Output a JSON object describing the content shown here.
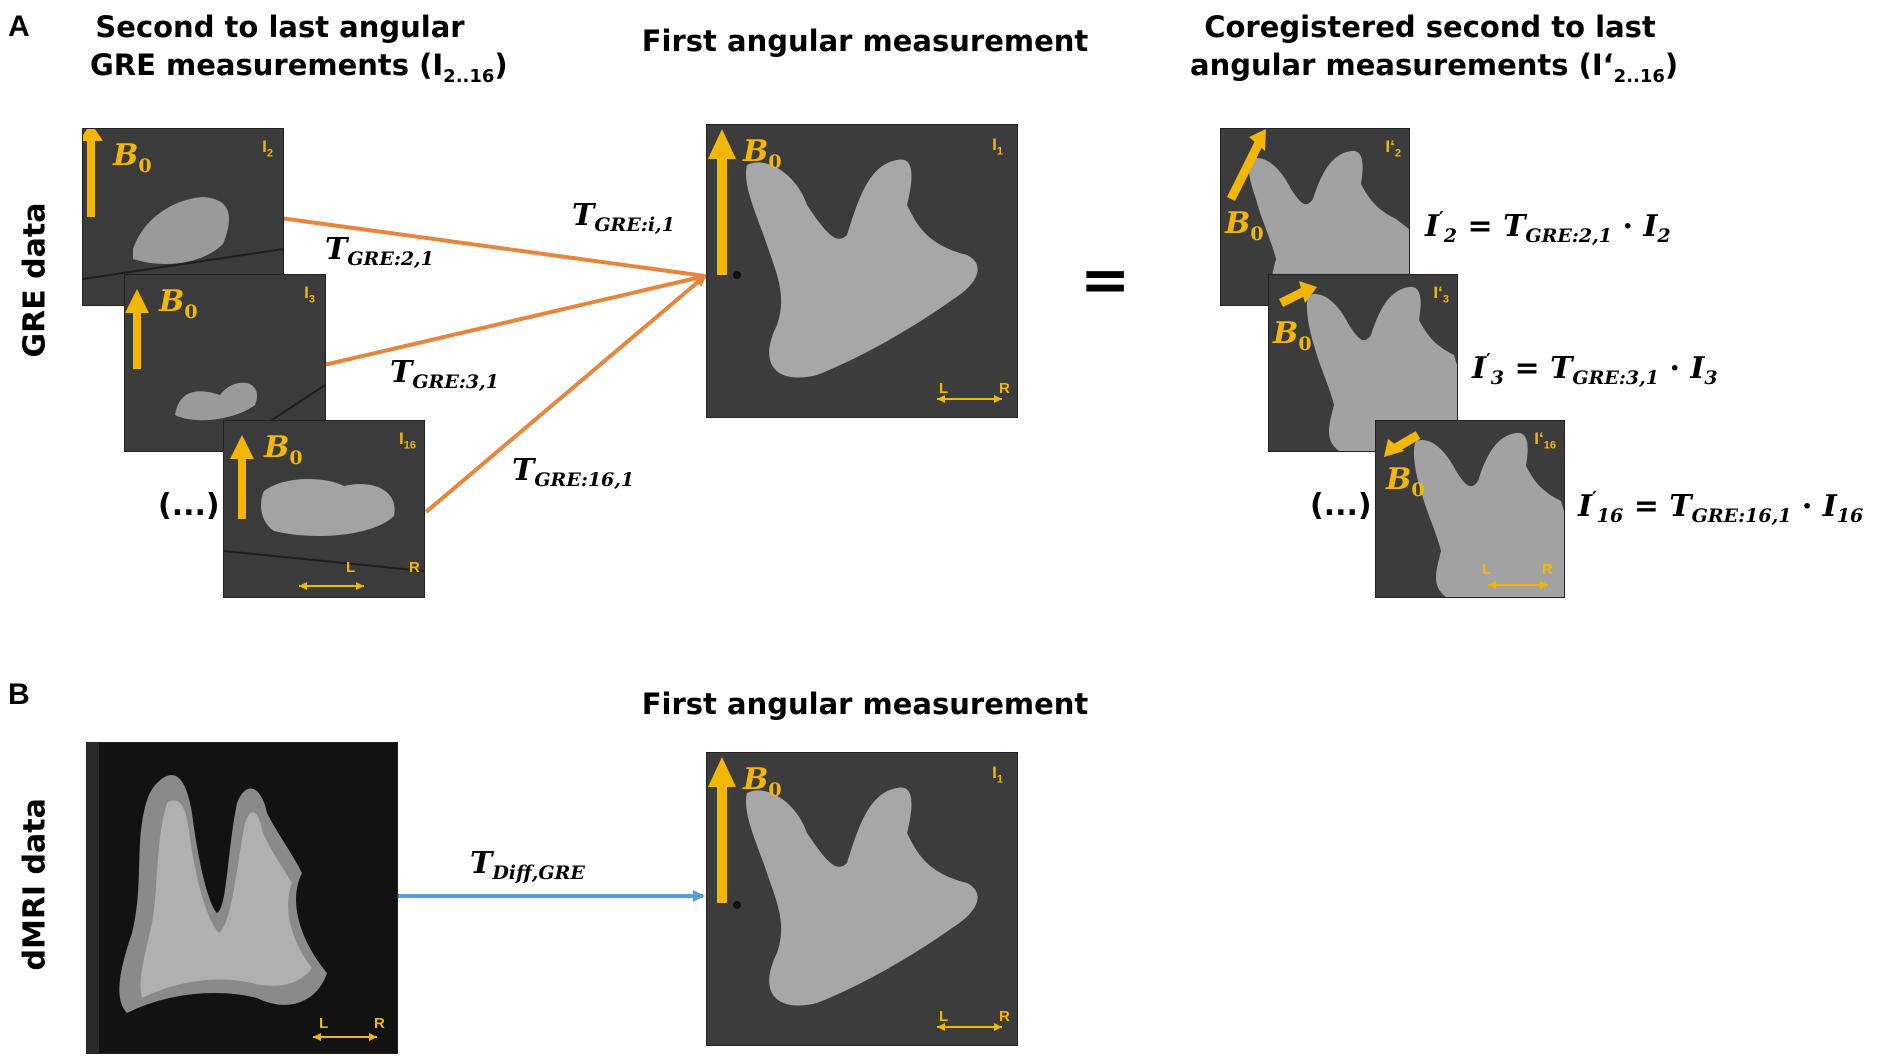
{
  "panel_a": {
    "letter": "A",
    "heading_left": [
      "Second to last angular",
      "GRE measurements (I",
      "2..16",
      ")"
    ],
    "heading_middle": "First angular measurement",
    "heading_right": [
      "Coregistered second to last",
      "angular measurements (I‘",
      "2..16",
      ")"
    ],
    "row_label": "GRE data",
    "ellipsis": "(...)",
    "equals": "=",
    "transform_labels": {
      "t21": [
        "T",
        "GRE:2,1"
      ],
      "t31": [
        "T",
        "GRE:3,1"
      ],
      "t161": [
        "T",
        "GRE:16,1"
      ],
      "ti1": [
        "T",
        "GRE:i,1"
      ]
    },
    "equations": [
      {
        "lhs": "I",
        "lhs_sub": "2",
        "T_sub": "GRE:2,1",
        "rhs_sub": "2"
      },
      {
        "lhs": "I",
        "lhs_sub": "3",
        "T_sub": "GRE:3,1",
        "rhs_sub": "3"
      },
      {
        "lhs": "I",
        "lhs_sub": "16",
        "T_sub": "GRE:16,1",
        "rhs_sub": "16"
      }
    ],
    "image_tags": {
      "i2": [
        "I",
        "2"
      ],
      "i3": [
        "I",
        "3"
      ],
      "i16": [
        "I",
        "16"
      ],
      "i1": [
        "I",
        "1"
      ],
      "ip2": [
        "I‘",
        "2"
      ],
      "ip3": [
        "I‘",
        "3"
      ],
      "ip16": [
        "I‘",
        "16"
      ]
    }
  },
  "panel_b": {
    "letter": "B",
    "heading_middle": "First angular measurement",
    "row_label": "dMRI data",
    "transform_label": [
      "T",
      "Diff,GRE"
    ],
    "image_tag": [
      "I",
      "1"
    ]
  },
  "common": {
    "b0": [
      "B",
      "0"
    ],
    "left": "L",
    "right": "R",
    "prime": "′",
    "dot": "·",
    "eqsign": "="
  },
  "colors": {
    "accent_yellow": "#f2b705",
    "arrow_orange": "#e8853c",
    "arrow_blue": "#5b9bd5",
    "image_bg": "#3a3a3a"
  }
}
